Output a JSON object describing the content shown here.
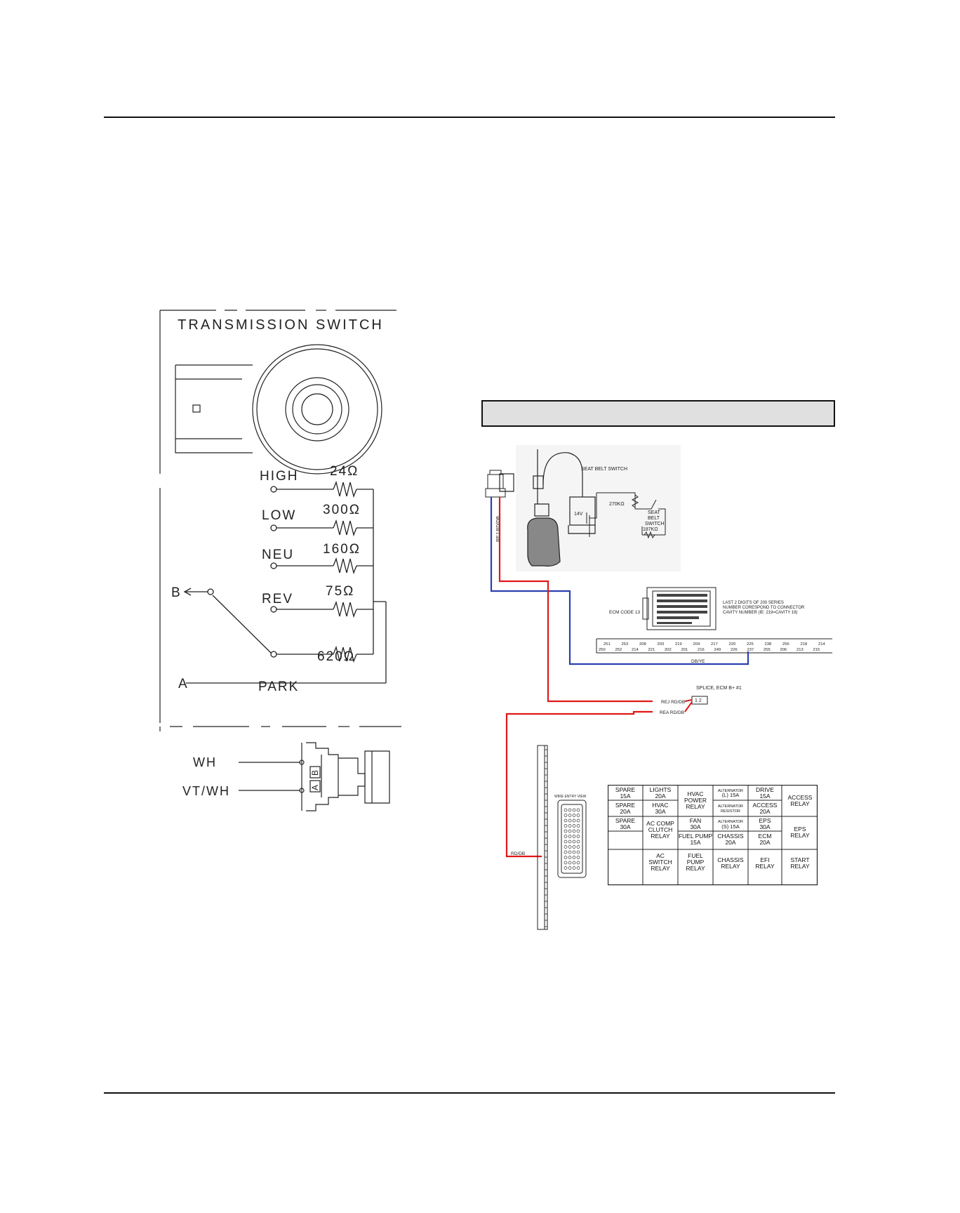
{
  "transmission": {
    "title": "TRANSMISSION SWITCH",
    "positions": [
      {
        "label": "HIGH",
        "resistance": "24Ω"
      },
      {
        "label": "LOW",
        "resistance": "300Ω"
      },
      {
        "label": "NEU",
        "resistance": "160Ω"
      },
      {
        "label": "REV",
        "resistance": "75Ω"
      },
      {
        "label": "PARK",
        "resistance": "620Ω"
      }
    ],
    "terminal_b": "B",
    "terminal_a": "A",
    "wires": [
      "WH",
      "VT/WH"
    ],
    "pin_labels": [
      "B",
      "A"
    ]
  },
  "wiring": {
    "seatbelt_title": "SEAT BELT SWITCH",
    "seatbelt_label": "SEAT BELT SWITCH",
    "voltage": "14V",
    "r1": "270KΩ",
    "r2": "187KΩ",
    "connector_wire": "REJ RD/DB",
    "ecm_label": "ECM CODE 13",
    "ecm_note": "LAST 2 DIGITS OF 200 SERIES NUMBER CORESPOND TO CONNECTOR CAVITY NUMBER (IE: 219=CAVITY 19)",
    "pins_top": [
      "251",
      "253",
      "208",
      "203",
      "219",
      "204",
      "217",
      "220",
      "225",
      "238",
      "256",
      "218",
      "214"
    ],
    "pins_bottom": [
      "250",
      "252",
      "214",
      "221",
      "202",
      "201",
      "216",
      "249",
      "226",
      "237",
      "255",
      "206",
      "213",
      "215"
    ],
    "drive_wire": "DB/YE",
    "splice_label": "SPLICE, ECM B+ #1",
    "splice_pins": "1 2",
    "wire_rej": "REJ RD/DB",
    "wire_rea": "REA RD/DB",
    "wire_rddb": "RD/DB",
    "wire_entry": "WIRE ENTRY VIEW"
  },
  "fuse_box": {
    "row1": [
      "SPARE 15A",
      "LIGHTS 20A",
      "HVAC POWER RELAY",
      "ALTERNATOR (L) 15A",
      "DRIVE 15A",
      "ACCESS RELAY"
    ],
    "row2": [
      "SPARE 20A",
      "HVAC 30A",
      "ALTERNATOR RESISTOR",
      "ACCESS 20A"
    ],
    "row3": [
      "SPARE 30A",
      "AC COMP CLUTCH RELAY",
      "FAN 30A",
      "ALTERNATOR (S) 15A",
      "EPS 30A",
      "EPS RELAY"
    ],
    "row4": [
      "FUEL PUMP 15A",
      "CHASSIS 20A",
      "ECM 20A"
    ],
    "row5": [
      "AC SWITCH RELAY",
      "FUEL PUMP RELAY",
      "CHASSIS RELAY",
      "EFI RELAY",
      "START RELAY"
    ]
  },
  "colors": {
    "red_wire": "#e01818",
    "blue_wire": "#2b3fb0",
    "banner_fill": "#e0e0e0"
  }
}
